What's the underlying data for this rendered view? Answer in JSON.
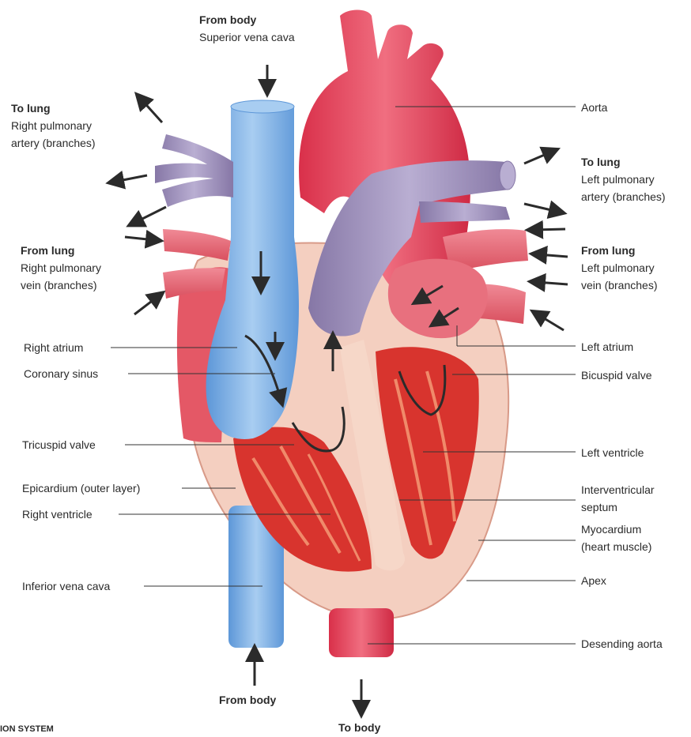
{
  "labels": {
    "top_from_body": "From body",
    "superior_vena_cava": "Superior vena cava",
    "right_to_lung": "To lung",
    "right_pulmonary_artery": "Right pulmonary",
    "right_pulmonary_artery_2": "artery (branches)",
    "right_from_lung": "From lung",
    "right_pulmonary_vein": "Right pulmonary",
    "right_pulmonary_vein_2": "vein (branches)",
    "right_atrium": "Right atrium",
    "coronary_sinus": "Coronary sinus",
    "tricuspid_valve": "Tricuspid valve",
    "epicardium": "Epicardium (outer layer)",
    "right_ventricle": "Right ventricle",
    "inferior_vena_cava": "Inferior vena cava",
    "bottom_from_body": "From body",
    "to_body": "To body",
    "aorta": "Aorta",
    "left_to_lung": "To lung",
    "left_pulmonary_artery": "Left pulmonary",
    "left_pulmonary_artery_2": "artery (branches)",
    "left_from_lung": "From lung",
    "left_pulmonary_vein": "Left pulmonary",
    "left_pulmonary_vein_2": "vein (branches)",
    "left_atrium": "Left atrium",
    "bicuspid_valve": "Bicuspid valve",
    "left_ventricle": "Left ventricle",
    "interventricular_septum": "Interventricular",
    "interventricular_septum_2": "septum",
    "myocardium": "Myocardium",
    "myocardium_2": "(heart muscle)",
    "apex": "Apex",
    "descending_aorta": "Desending aorta",
    "footer_fragment": "ION SYSTEM"
  },
  "colors": {
    "vena_cava": "#7fb3e6",
    "vena_cava_dark": "#4f8fd4",
    "aorta": "#e8495f",
    "pulmonary_artery": "#9c8fb8",
    "pulmonary_vein": "#e8707e",
    "muscle": "#d8342e",
    "myocardium": "#f2c8b8"
  }
}
